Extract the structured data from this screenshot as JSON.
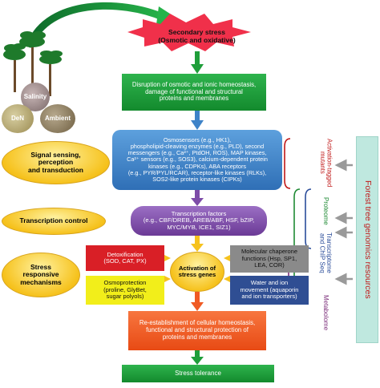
{
  "circles": {
    "salinity": "Salinity",
    "den": "DeN",
    "ambient": "Ambient"
  },
  "secondary_stress": "Secondary stress\n(Osmotic and oxidative)",
  "disruption": "Disruption of osmotic and ionic homeostasis,\ndamage of functional and structural\nproteins and membranes",
  "osmosensors": "Osmosensors (e.g., HK1),\nphospholipid-cleaving enzymes (e.g., PLD), second\nmessengers (e.g., Ca²⁺, PtdOH, ROS), MAP kinases,\nCa²⁺ sensors (e.g., SOS3), calcium-dependent protein\nkinases (e.g., CDPKs), ABA receptors\n(e.g., PYR/PYL/RCAR), receptor-like kinases (RLKs),\nSOS2-like protein kinases (CIPKs)",
  "transcription_factors": "Transcription factors\n(e.g., CBF/DREB, AREB/ABF, HSF, bZIP,\nMYC/MYB, ICE1, SIZ1)",
  "activation": "Activation of\nstress genes",
  "detoxification": "Detoxification\n(SOD, CAT, PX)",
  "osmoprotection": "Osmoprotection\n(proline, GlyBet,\nsugar polyols)",
  "chaperone": "Molecular chaperone\nfunctions (Hsp, SP1,\nLEA, COR)",
  "water_ion": "Water and ion\nmovement (aquaporin\nand ion transporters)",
  "reestablishment": "Re-establishment of cellular homeostasis,\nfunctional and structural protection of\nproteins and membranes",
  "tolerance": "Stress tolerance",
  "left_labels": {
    "signal": "Signal sensing,\nperception\nand transduction",
    "transcription": "Transcription control",
    "stress": "Stress\nresponsive\nmechanisms"
  },
  "right_labels": {
    "activation_tagged": "Activation-tagged\nmutants",
    "proteome": "Proteome",
    "transcriptome": "Transcriptome\nand ChIP Seq",
    "metabolome": "Metabolome",
    "forest": "Forest tree genomics resources"
  },
  "colors": {
    "starburst": "#f0304a",
    "green_box": "#1f9e3a",
    "blue_box": "#3e83c8",
    "purple_box": "#7d4ca8",
    "red_box": "#d91f26",
    "yellow_box": "#f2ee1a",
    "gray_box": "#8a8a8a",
    "navy_box": "#2f4e93",
    "orange_box": "#f05a23",
    "oval": "#f6c21d",
    "forest_bar": "#bfe8df",
    "red_text": "#c01818",
    "green_text": "#1f8a34",
    "blue_text": "#2a4c9a",
    "purple_text": "#7b2d7a"
  }
}
